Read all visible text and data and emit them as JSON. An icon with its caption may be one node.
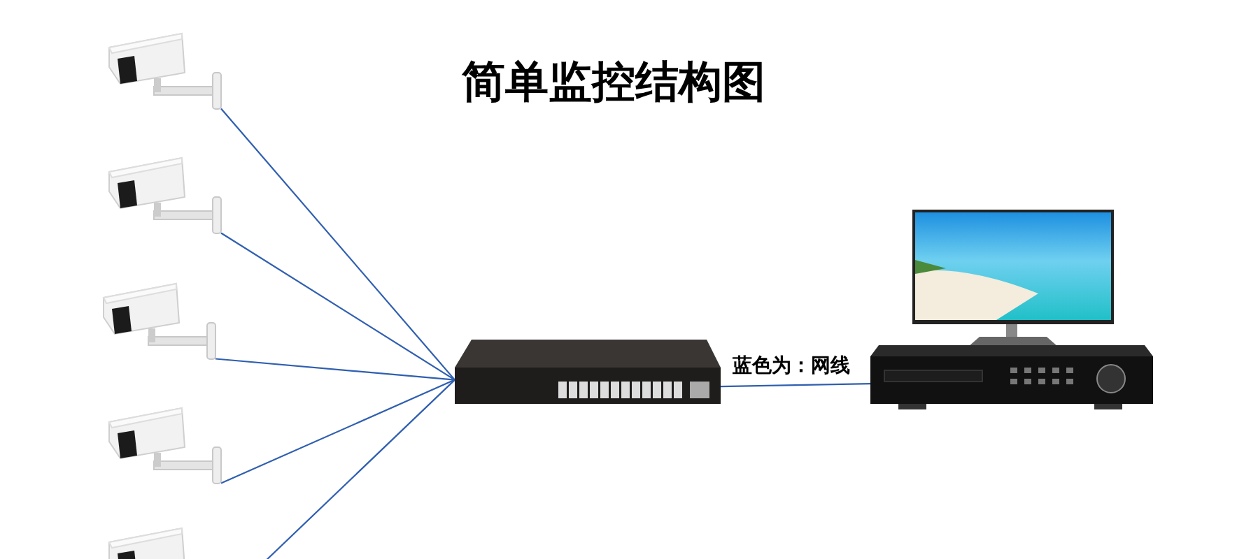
{
  "diagram": {
    "title": "简单监控结构图",
    "nodes": [
      {
        "text": [],
        "shape": "picture"
      },
      {
        "text": [],
        "shape": "picture"
      },
      {
        "text": [],
        "shape": "picture"
      },
      {
        "text": [],
        "shape": "picture"
      },
      {
        "text": [],
        "shape": "picture"
      },
      {
        "text": [],
        "shape": "picture"
      },
      {
        "text": [],
        "shape": "picture"
      },
      {
        "text": [],
        "shape": "picture"
      }
    ],
    "edges": [
      {
        "from": 0,
        "to": 5,
        "arrow": "none"
      },
      {
        "from": 1,
        "to": 5,
        "arrow": "none"
      },
      {
        "from": 2,
        "to": 5,
        "arrow": "none"
      },
      {
        "from": 3,
        "to": 5,
        "arrow": "none"
      },
      {
        "from": 4,
        "to": 5,
        "arrow": "none"
      },
      {
        "from": 5,
        "to": 7,
        "arrow": "none",
        "label": "蓝色为：网线"
      }
    ]
  }
}
